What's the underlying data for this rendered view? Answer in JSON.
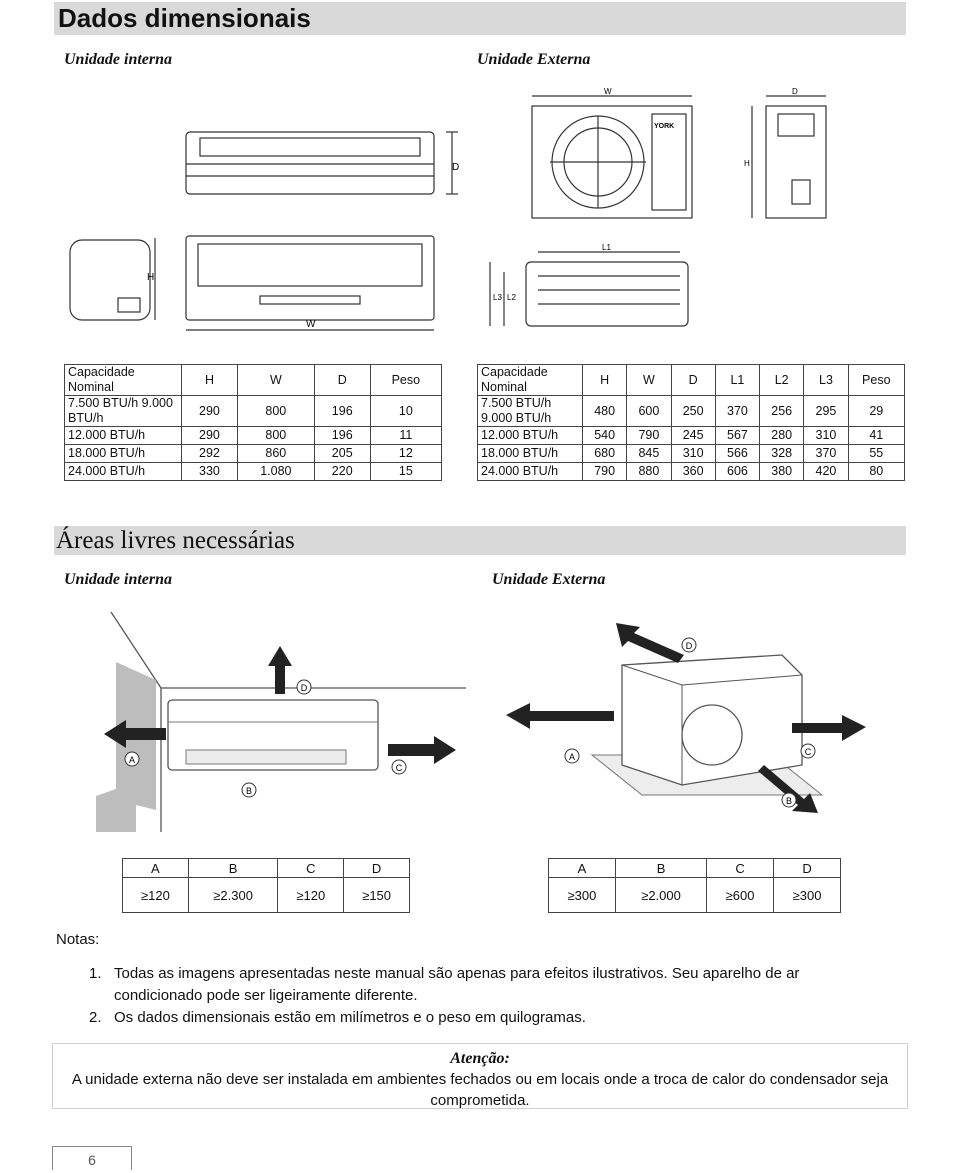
{
  "section1": {
    "title": "Dados dimensionais",
    "indoor_heading": "Unidade interna",
    "outdoor_heading": "Unidade Externa",
    "outdoor_fig_labels": {
      "w": "W",
      "d": "D",
      "h": "H",
      "l1": "L1",
      "l2": "L2",
      "l3": "L3",
      "brand": "YORK"
    },
    "indoor_fig_labels": {
      "d": "D",
      "h": "H",
      "w": "W"
    }
  },
  "indoor_table": {
    "headers": [
      "Capacidade Nominal",
      "H",
      "W",
      "D",
      "Peso"
    ],
    "rows": [
      [
        "7.500 BTU/h 9.000 BTU/h",
        "290",
        "800",
        "196",
        "10"
      ],
      [
        "12.000 BTU/h",
        "290",
        "800",
        "196",
        "11"
      ],
      [
        "18.000 BTU/h",
        "292",
        "860",
        "205",
        "12"
      ],
      [
        "24.000 BTU/h",
        "330",
        "1.080",
        "220",
        "15"
      ]
    ]
  },
  "outdoor_table": {
    "headers": [
      "Capacidade Nominal",
      "H",
      "W",
      "D",
      "L1",
      "L2",
      "L3",
      "Peso"
    ],
    "rows": [
      [
        "7.500 BTU/h 9.000 BTU/h",
        "480",
        "600",
        "250",
        "370",
        "256",
        "295",
        "29"
      ],
      [
        "12.000 BTU/h",
        "540",
        "790",
        "245",
        "567",
        "280",
        "310",
        "41"
      ],
      [
        "18.000 BTU/h",
        "680",
        "845",
        "310",
        "566",
        "328",
        "370",
        "55"
      ],
      [
        "24.000 BTU/h",
        "790",
        "880",
        "360",
        "606",
        "380",
        "420",
        "80"
      ]
    ]
  },
  "section2": {
    "title": "Áreas livres necessárias",
    "indoor_heading": "Unidade interna",
    "outdoor_heading": "Unidade Externa",
    "markers": {
      "a": "A",
      "b": "B",
      "c": "C",
      "d": "D"
    }
  },
  "indoor_clearance": {
    "headers": [
      "A",
      "B",
      "C",
      "D"
    ],
    "values": [
      "≥120",
      "≥2.300",
      "≥120",
      "≥150"
    ]
  },
  "outdoor_clearance": {
    "headers": [
      "A",
      "B",
      "C",
      "D"
    ],
    "values": [
      "≥300",
      "≥2.000",
      "≥600",
      "≥300"
    ]
  },
  "notes": {
    "label": "Notas:",
    "items": [
      {
        "num": "1.",
        "text": "Todas as imagens apresentadas neste manual são apenas para efeitos ilustrativos. Seu aparelho de ar condicionado pode ser ligeiramente diferente."
      },
      {
        "num": "2.",
        "text": "Os dados dimensionais estão em milímetros e o peso em quilogramas."
      }
    ]
  },
  "attention": {
    "title": "Atenção:",
    "text": "A unidade externa não deve ser instalada em ambientes fechados ou em locais onde a troca de calor do condensador seja comprometida."
  },
  "page_number": "6"
}
